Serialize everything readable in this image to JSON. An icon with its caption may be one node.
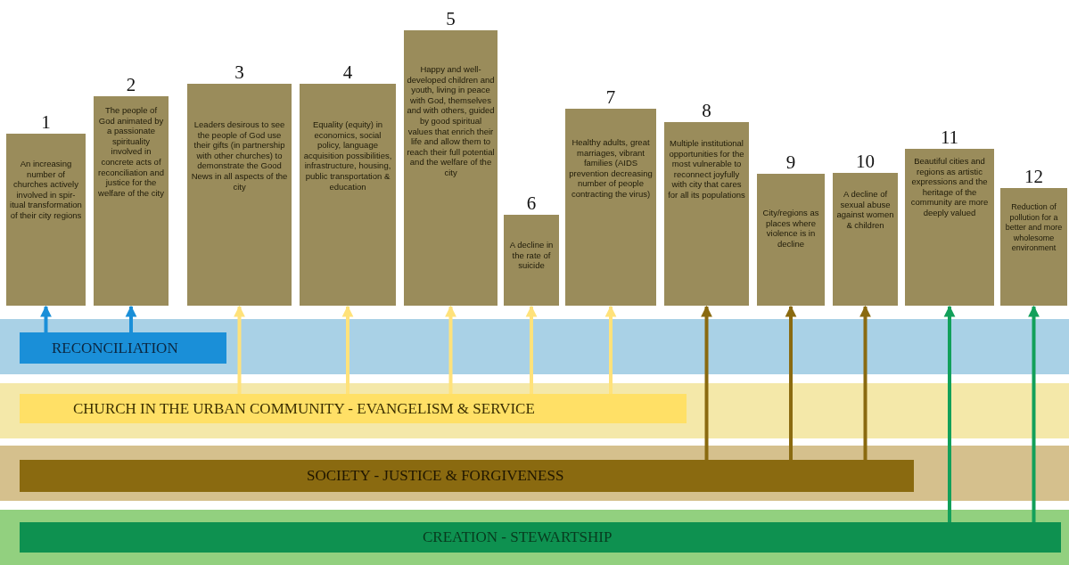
{
  "diagram": {
    "nodes": [
      {
        "text": [
          "1",
          "An increasing number of churches actively involved in spir-itual transformation of their city regions"
        ]
      },
      {
        "text": [
          "2",
          "The people of God animated by a passionate spirituality involved in concrete acts of reconciliation and justice for the welfare of the city"
        ]
      },
      {
        "text": [
          "3",
          "Leaders desirous to see the people of God use their gifts (in partnership with other churches) to demonstrate the Good News in all aspects of the city"
        ]
      },
      {
        "text": [
          "4",
          "Equality (equity) in economics, social policy, language acquisition possibilities, infrastructure, housing, public transportation & education"
        ]
      },
      {
        "text": [
          "5",
          "Happy and well-developed children and youth, living in peace with God, themselves and with others, guided by good spiritual values that enrich their life and allow them to reach their full potential and the welfare of the city"
        ]
      },
      {
        "text": [
          "6",
          "A decline in the rate of suicide"
        ]
      },
      {
        "text": [
          "7",
          "Healthy adults, great marriages, vibrant families (AIDS prevention decreasing number of people contracting the virus)"
        ]
      },
      {
        "text": [
          "8",
          "Multiple institutional opportunities for the most vulnerable to reconnect joyfully with city that cares for all its populations"
        ]
      },
      {
        "text": [
          "9",
          "City/regions as places where violence is in decline"
        ]
      },
      {
        "text": [
          "10",
          "A decline of sexual abuse against women & children"
        ]
      },
      {
        "text": [
          "11",
          "Beautiful cities and regions as artistic expressions and the heritage of the community are more deeply valued"
        ]
      },
      {
        "text": [
          "12",
          "Reduction of pollution for a better and more wholesome environment"
        ]
      },
      {
        "text": [
          "RECONCILIATION"
        ]
      },
      {
        "text": [
          "CHURCH IN THE URBAN COMMUNITY - EVANGELISM & SERVICE"
        ]
      },
      {
        "text": [
          "SOCIETY - JUSTICE & FORGIVENESS"
        ]
      },
      {
        "text": [
          "CREATION - STEWARTSHIP"
        ]
      }
    ],
    "edges": [
      {
        "from": 12,
        "to": 0,
        "arrow": "to",
        "color": "#1a8fd8"
      },
      {
        "from": 12,
        "to": 1,
        "arrow": "to",
        "color": "#1a8fd8"
      },
      {
        "from": 13,
        "to": 2,
        "arrow": "to"
      },
      {
        "from": 13,
        "to": 3,
        "arrow": "to"
      },
      {
        "from": 13,
        "to": 4,
        "arrow": "to"
      },
      {
        "from": 13,
        "to": 5,
        "arrow": "to"
      },
      {
        "from": 13,
        "to": 6,
        "arrow": "to"
      },
      {
        "from": 14,
        "to": 7,
        "arrow": "to",
        "color": "#8a6a10"
      },
      {
        "from": 14,
        "to": 8,
        "arrow": "to",
        "color": "#8a6a10"
      },
      {
        "from": 14,
        "to": 9,
        "arrow": "to",
        "color": "#8a6a10"
      },
      {
        "from": 15,
        "to": 10,
        "arrow": "to",
        "color": "#12a05a"
      },
      {
        "from": 15,
        "to": 11,
        "arrow": "to",
        "color": "#12a05a"
      }
    ]
  }
}
